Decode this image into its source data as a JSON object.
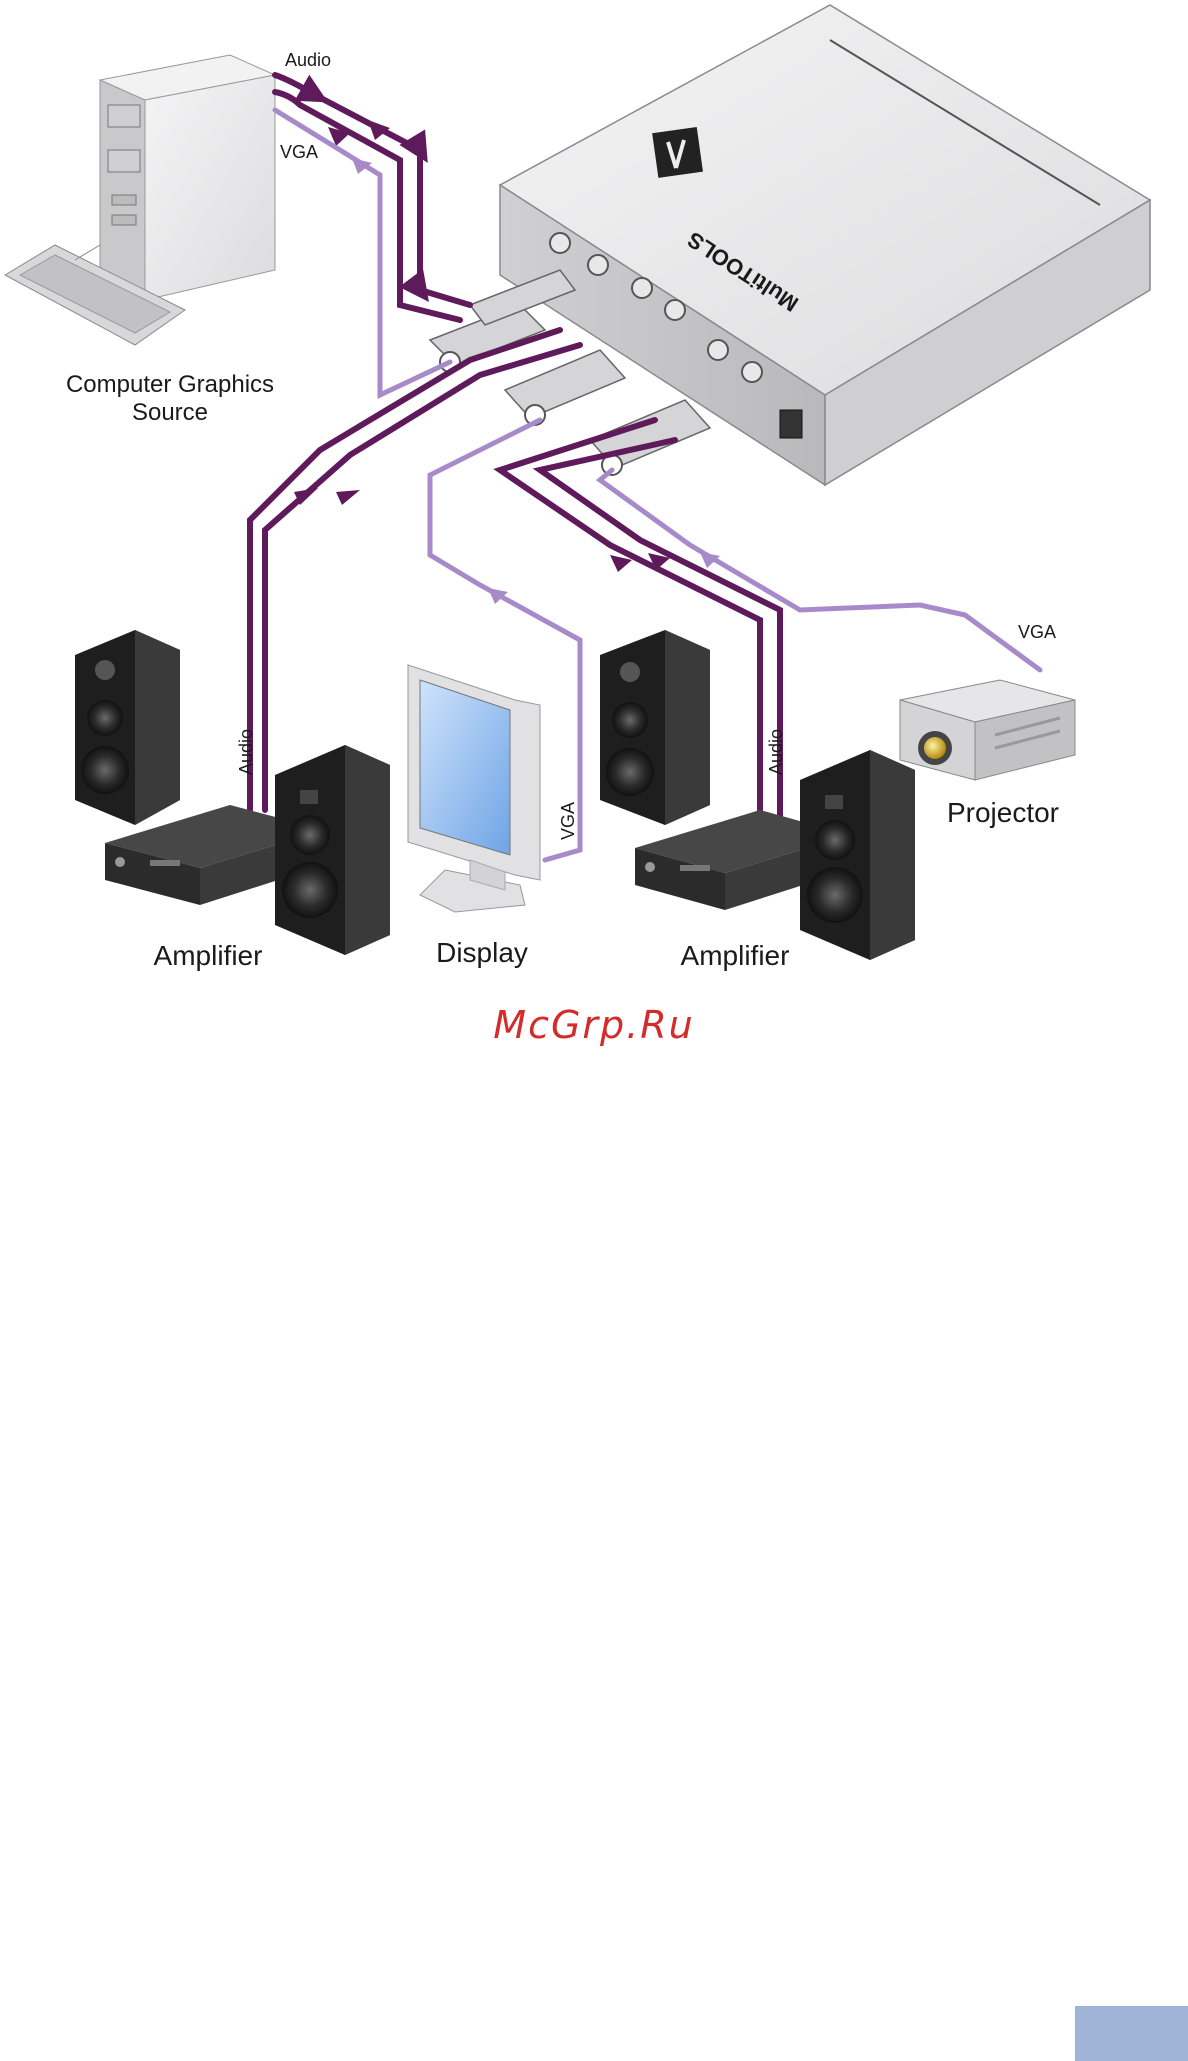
{
  "diagram": {
    "labels": {
      "computer": "Computer Graphics\nSource",
      "computer_line1": "Computer Graphics",
      "computer_line2": "Source",
      "amplifier_left": "Amplifier",
      "display": "Display",
      "amplifier_right": "Amplifier",
      "projector": "Projector"
    },
    "cable_labels": {
      "source_audio": "Audio",
      "source_vga": "VGA",
      "left_audio": "Audio",
      "display_vga": "VGA",
      "right_audio": "Audio",
      "projector_vga": "VGA"
    },
    "device_brand": "MultiTOOLS",
    "colors": {
      "audio_cable": "#5e1a5a",
      "vga_cable": "#a78ac9",
      "device_body": "#e9e9ea"
    }
  },
  "watermark": "McGrp.Ru"
}
